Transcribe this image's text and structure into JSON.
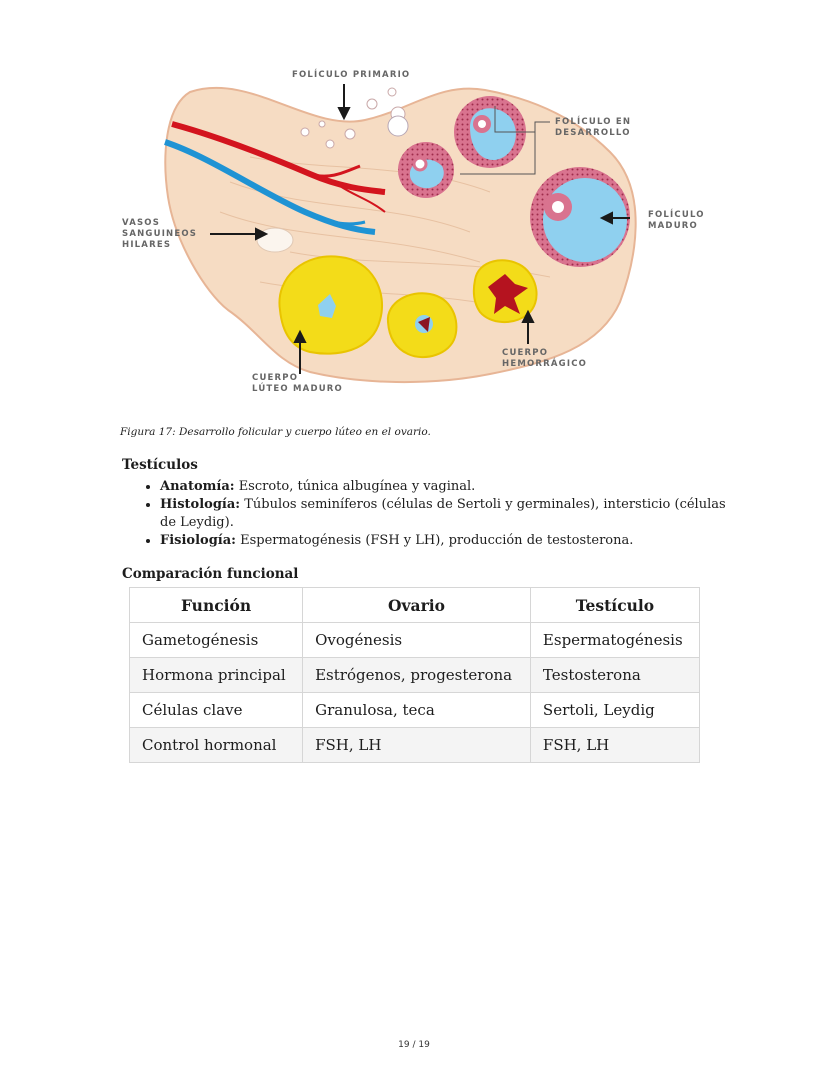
{
  "figure": {
    "labels": {
      "primary_follicle": "FOLÍCULO PRIMARIO",
      "developing_follicle_1": "FOLÍCULO EN",
      "developing_follicle_2": "DESARROLLO",
      "mature_follicle_1": "FOLÍCULO",
      "mature_follicle_2": "MADURO",
      "hilar_vessels_1": "VASOS",
      "hilar_vessels_2": "SANGUINEOS",
      "hilar_vessels_3": "HILARES",
      "mature_corpus_1": "CUERPO",
      "mature_corpus_2": "LÚTEO MADURO",
      "hemorrhagic_1": "CUERPO",
      "hemorrhagic_2": "HEMORRÁGICO"
    },
    "caption": "Figura 17: Desarrollo folicular y cuerpo lúteo en el ovario."
  },
  "testiculos": {
    "heading": "Testículos",
    "items": [
      {
        "term": "Anatomía:",
        "text": " Escroto, túnica albugínea y vaginal."
      },
      {
        "term": "Histología:",
        "text": " Túbulos seminíferos (células de Sertoli y germinales), intersticio (células de Leydig)."
      },
      {
        "term": "Fisiología:",
        "text": " Espermatogénesis (FSH y LH), producción de testosterona."
      }
    ]
  },
  "comparacion": {
    "heading": "Comparación funcional",
    "headers": [
      "Función",
      "Ovario",
      "Testículo"
    ],
    "rows": [
      [
        "Gametogénesis",
        "Ovogénesis",
        "Espermatogénesis"
      ],
      [
        "Hormona principal",
        "Estrógenos, progesterona",
        "Testosterona"
      ],
      [
        "Células clave",
        "Granulosa, teca",
        "Sertoli, Leydig"
      ],
      [
        "Control hormonal",
        "FSH, LH",
        "FSH, LH"
      ]
    ]
  },
  "page_number": "19 / 19",
  "colors": {
    "tissue": "#f6dcc3",
    "corpus_luteum": "#f3dc19",
    "follicle_fluid": "#8fd0ef",
    "granulosa": "#d9738f",
    "artery": "#d3141e",
    "vein": "#1f93d4"
  }
}
